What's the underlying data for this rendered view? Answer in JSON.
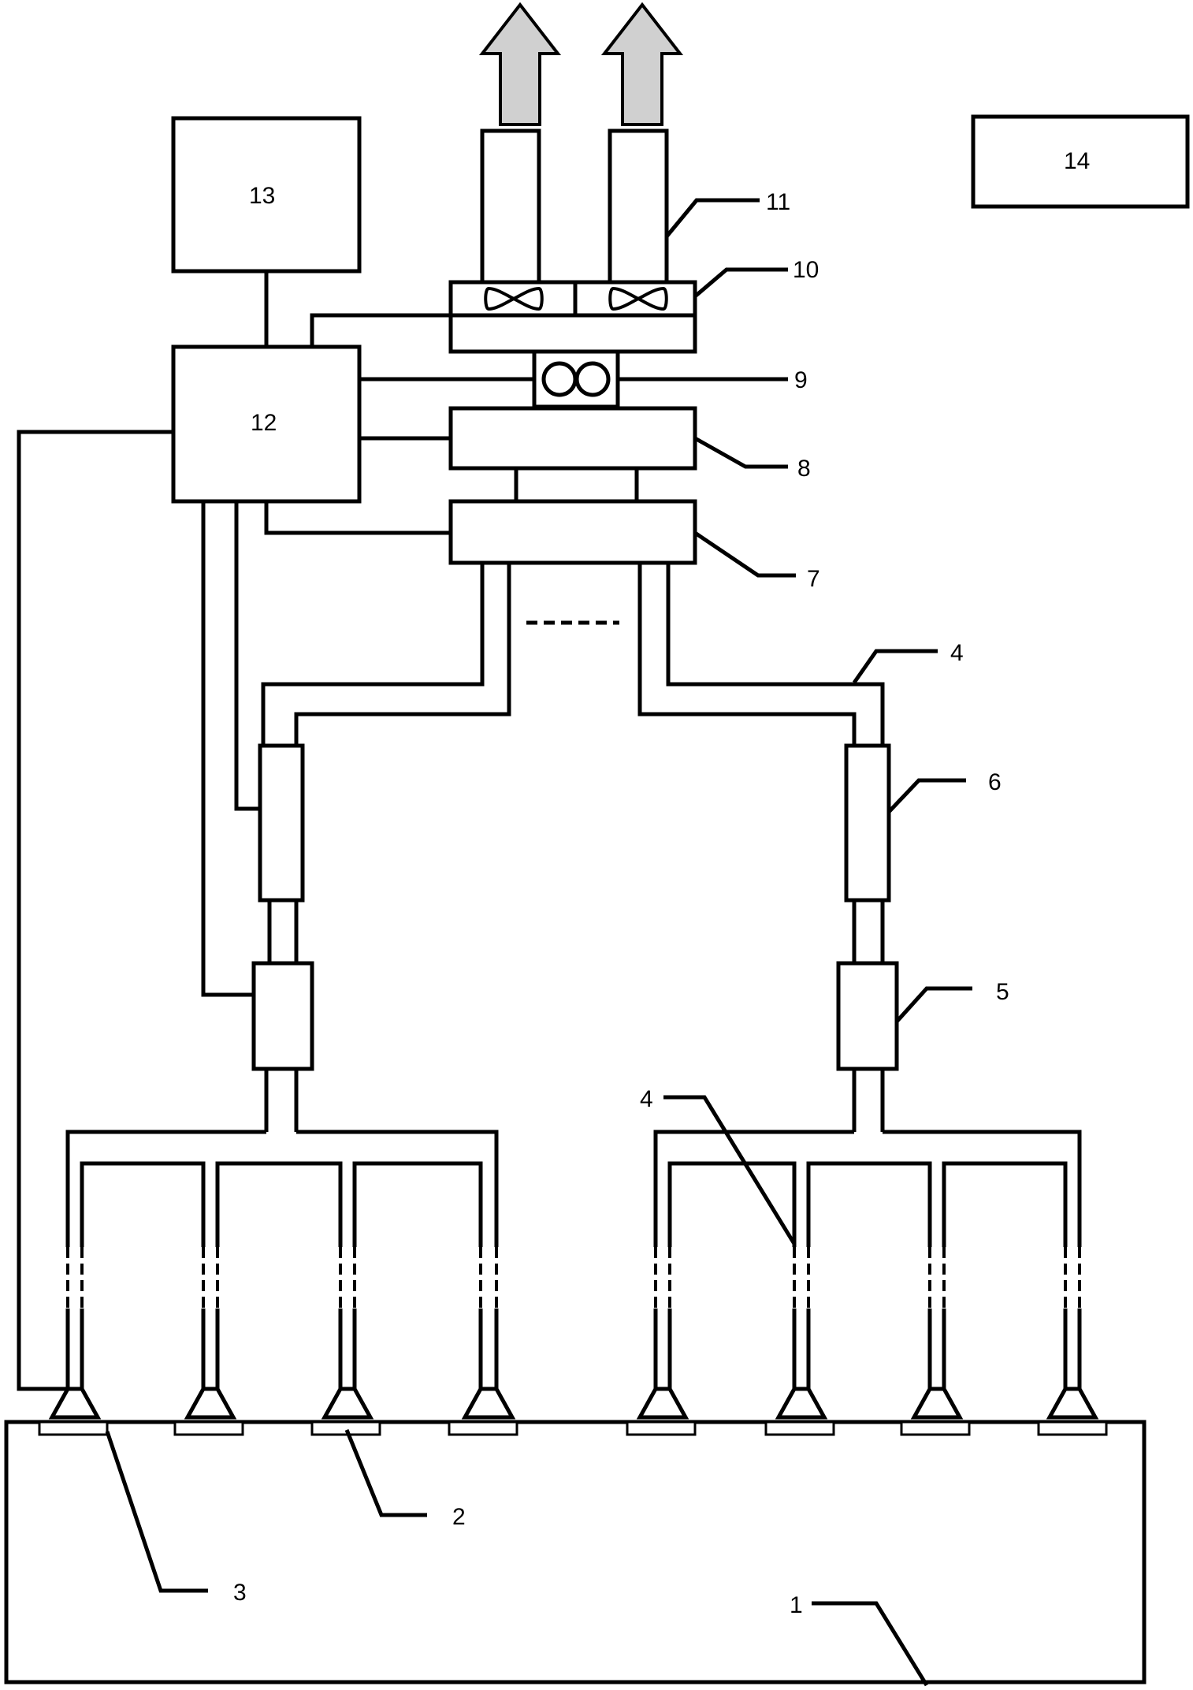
{
  "colors": {
    "line": "#000000",
    "background": "#ffffff",
    "exhaust_arrow": "#d0d0d0"
  },
  "labels": {
    "l1": "1",
    "l2": "2",
    "l3": "3",
    "l4a": "4",
    "l4b": "4",
    "l5": "5",
    "l6": "6",
    "l7": "7",
    "l8": "8",
    "l9": "9",
    "l10": "10",
    "l11": "11",
    "b12": "12",
    "b13": "13",
    "b14": "14"
  },
  "icons": {
    "fan": "fan-icon",
    "pump": "pump-icon",
    "exhaust": "exhaust-arrow-icon"
  }
}
